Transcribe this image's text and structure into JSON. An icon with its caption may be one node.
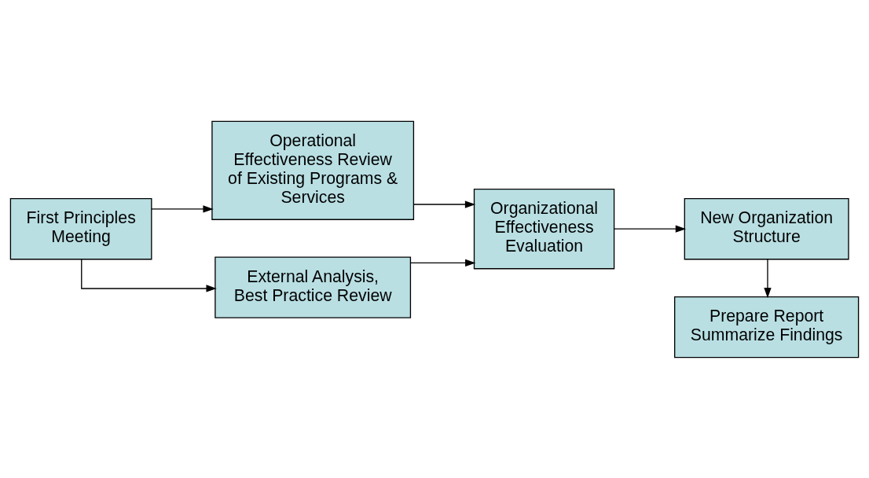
{
  "diagram": {
    "nodes": [
      {
        "text": [
          "First Principles Meeting"
        ]
      },
      {
        "text": [
          "Operational Effectiveness Review of Existing Programs & Services"
        ]
      },
      {
        "text": [
          "External Analysis, Best Practice Review"
        ]
      },
      {
        "text": [
          "Organizational Effectiveness Evaluation"
        ]
      },
      {
        "text": [
          "New Organization Structure"
        ]
      },
      {
        "text": [
          "Prepare Report Summarize Findings"
        ]
      }
    ],
    "edges": [
      {
        "from": 0,
        "to": 1,
        "arrow": "to"
      },
      {
        "from": 0,
        "to": 2,
        "arrow": "to"
      },
      {
        "from": 1,
        "to": 3,
        "arrow": "to"
      },
      {
        "from": 2,
        "to": 3,
        "arrow": "to"
      },
      {
        "from": 3,
        "to": 4,
        "arrow": "to"
      },
      {
        "from": 4,
        "to": 5,
        "arrow": "to"
      }
    ]
  }
}
